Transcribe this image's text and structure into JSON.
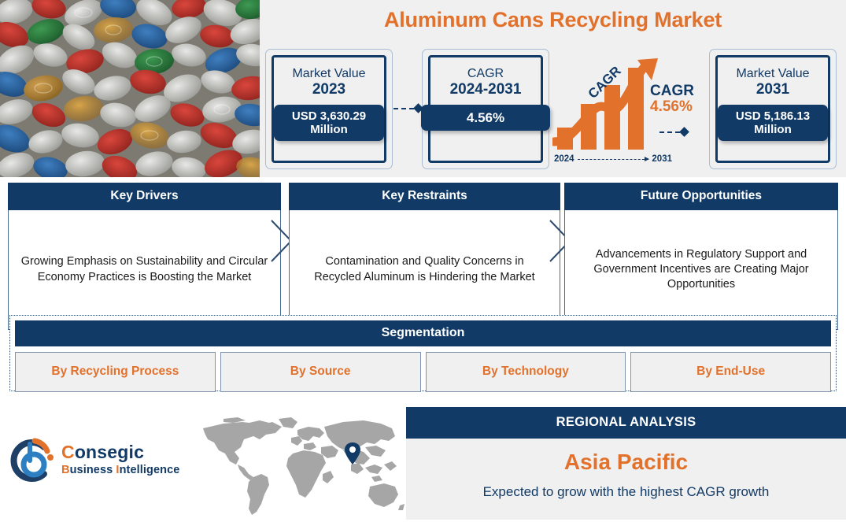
{
  "header": {
    "title": "Aluminum Cans Recycling Market",
    "photo_alt": "crushed-aluminum-cans"
  },
  "metrics": [
    {
      "label": "Market Value",
      "year": "2023",
      "value": "USD 3,630.29 Million"
    },
    {
      "label": "CAGR",
      "year": "2024-2031",
      "value": "4.56%"
    },
    {
      "label": "Market Value",
      "year": "2031",
      "value": "USD 5,186.13 Million"
    }
  ],
  "chart_data": {
    "type": "bar",
    "title": "CAGR",
    "categories": [
      "2024",
      "",
      "",
      "2031"
    ],
    "values": [
      28,
      52,
      74,
      100
    ],
    "annotations": {
      "curve_label": "CAGR",
      "cagr_word": "CAGR",
      "cagr_value": "4.56%",
      "axis_start": "2024",
      "axis_end": "2031"
    },
    "xlabel": "",
    "ylabel": "",
    "grid": false,
    "legend": "none",
    "colors": {
      "bars": "#e1712b",
      "text": "#113a66"
    }
  },
  "drivers": [
    {
      "heading": "Key Drivers",
      "text": "Growing Emphasis on Sustainability and Circular Economy Practices is Boosting the Market"
    },
    {
      "heading": "Key Restraints",
      "text": "Contamination and Quality Concerns in Recycled Aluminum is Hindering the Market"
    },
    {
      "heading": "Future Opportunities",
      "text": "Advancements in Regulatory Support and Government Incentives are Creating Major Opportunities"
    }
  ],
  "segmentation": {
    "heading": "Segmentation",
    "items": [
      "By Recycling Process",
      "By Source",
      "By Technology",
      "By End-Use"
    ]
  },
  "brand": {
    "name_lead": "C",
    "name_rest": "onsegic",
    "sub_lead_1": "B",
    "sub_mid_1": "usiness ",
    "sub_lead_2": "I",
    "sub_rest": "ntelligence"
  },
  "map": {
    "pin_region": "Asia"
  },
  "region": {
    "heading": "REGIONAL ANALYSIS",
    "name": "Asia Pacific",
    "subtitle": "Expected to grow with the highest CAGR growth"
  },
  "colors": {
    "navy": "#113a66",
    "orange": "#e1712b",
    "panel": "#f0f0f0",
    "map_gray": "#a6a6a6"
  }
}
